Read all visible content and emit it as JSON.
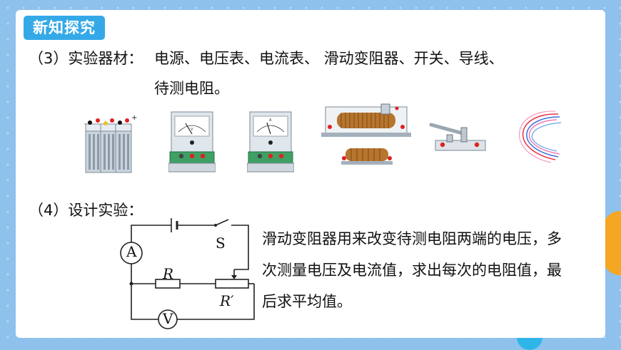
{
  "tag": "新知探究",
  "section3": {
    "label": "（3）实验器材：",
    "line1": "电源、电压表、电流表、 滑动变阻器、开关、导线、",
    "line2": "待测电阻。"
  },
  "section4": {
    "label": "（4）设计实验："
  },
  "equipment": [
    "battery-image",
    "voltmeter-image",
    "ammeter-image",
    "rheostat-image",
    "switch-image",
    "wires-image"
  ],
  "circuit": {
    "ammeter_symbol": "A",
    "voltmeter_symbol": "V",
    "switch_label": "S",
    "resistor_label": "R",
    "rheostat_label": "R′"
  },
  "description": "滑动变阻器用来改变待测电阻两端的电压，多次测量电压及电流值，求出每次的电阻值，最后求平均值。",
  "colors": {
    "tag": "#35a9e8",
    "background": "#8ec1ec"
  }
}
